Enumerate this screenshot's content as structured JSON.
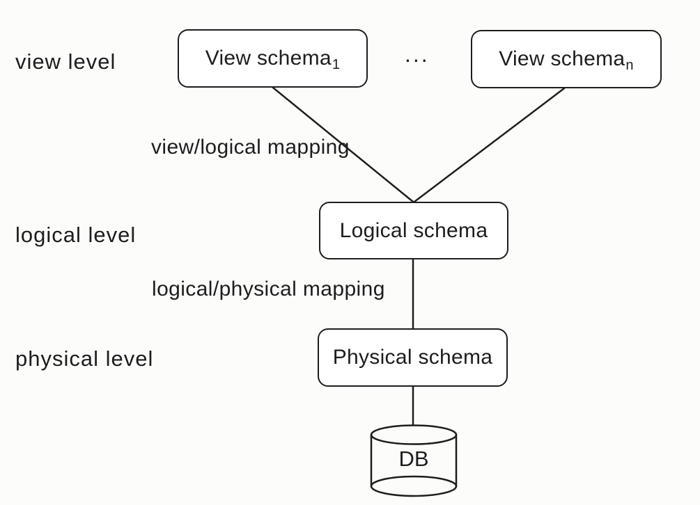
{
  "colors": {
    "ink": "#1d1d1d",
    "paper": "#fcfcfb",
    "box_fill": "#ffffff"
  },
  "level_labels": {
    "view": "view level",
    "logical": "logical level",
    "physical": "physical level"
  },
  "nodes": {
    "view_schema_1": {
      "label": "View schema",
      "subscript": "1"
    },
    "view_schema_n": {
      "label": "View schema",
      "subscript": "n"
    },
    "ellipsis": "...",
    "logical_schema": {
      "label": "Logical schema"
    },
    "physical_schema": {
      "label": "Physical schema"
    },
    "db": {
      "label": "DB"
    }
  },
  "edge_labels": {
    "view_logical": "view/logical mapping",
    "logical_physical": "logical/physical mapping"
  }
}
